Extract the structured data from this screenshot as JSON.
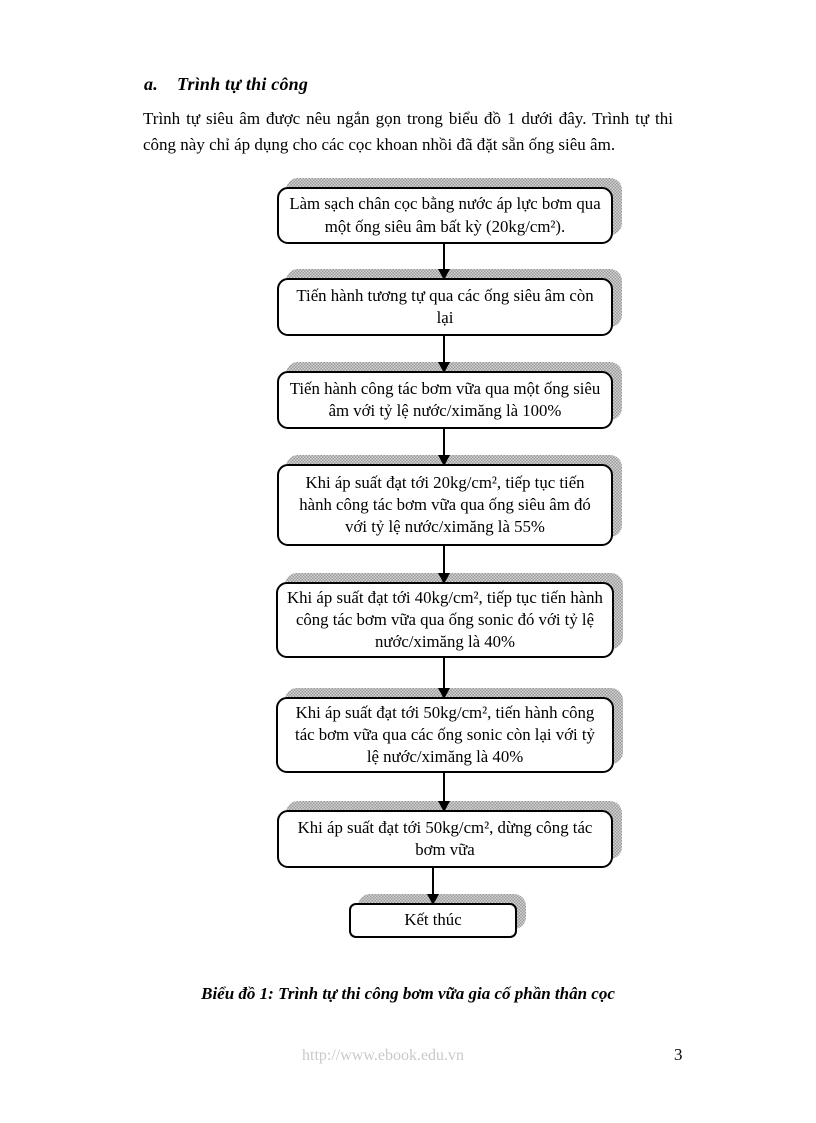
{
  "page": {
    "heading": {
      "marker": "a.",
      "title": "Trình tự thi công"
    },
    "intro": "Trình tự siêu âm được nêu ngắn gọn trong biểu đồ 1 dưới đây. Trình tự thi công này chỉ áp dụng cho các cọc khoan nhồi đã đặt sẵn ống siêu âm.",
    "caption": "Biểu đồ 1: Trình tự thi công bơm vữa gia cố phần thân cọc",
    "footer": {
      "url": "http://www.ebook.edu.vn",
      "page_number": "3"
    }
  },
  "flowchart": {
    "steps": [
      {
        "text": "Làm sạch chân cọc bằng nước áp lực bơm qua một ống siêu âm bất kỳ (20kg/cm²)."
      },
      {
        "text": "Tiến hành tương tự qua các ống siêu âm còn lại"
      },
      {
        "text": "Tiến hành công tác bơm vữa qua một ống siêu âm với tỷ lệ nước/ximăng là 100%"
      },
      {
        "text": "Khi áp suất đạt tới 20kg/cm², tiếp tục tiến hành công tác bơm vữa qua ống siêu âm đó với tỷ lệ nước/ximăng là 55%"
      },
      {
        "text": "Khi áp suất đạt tới 40kg/cm², tiếp tục tiến hành công tác bơm vữa qua ống sonic đó với tỷ lệ nước/ximăng là 40%"
      },
      {
        "text": "Khi áp suất đạt tới 50kg/cm², tiến hành công tác bơm vữa qua các ống sonic còn lại với tỷ lệ nước/ximăng là 40%"
      },
      {
        "text": "Khi áp suất đạt tới 50kg/cm², dừng công tác bơm vữa"
      },
      {
        "text": "Kết thúc"
      }
    ]
  },
  "colors": {
    "box_border": "#000000",
    "box_fill": "#ffffff",
    "shadow_dark": "#9a9a9a",
    "shadow_light": "#d4d4d4",
    "footer_url_text": "#c9c9c9"
  }
}
